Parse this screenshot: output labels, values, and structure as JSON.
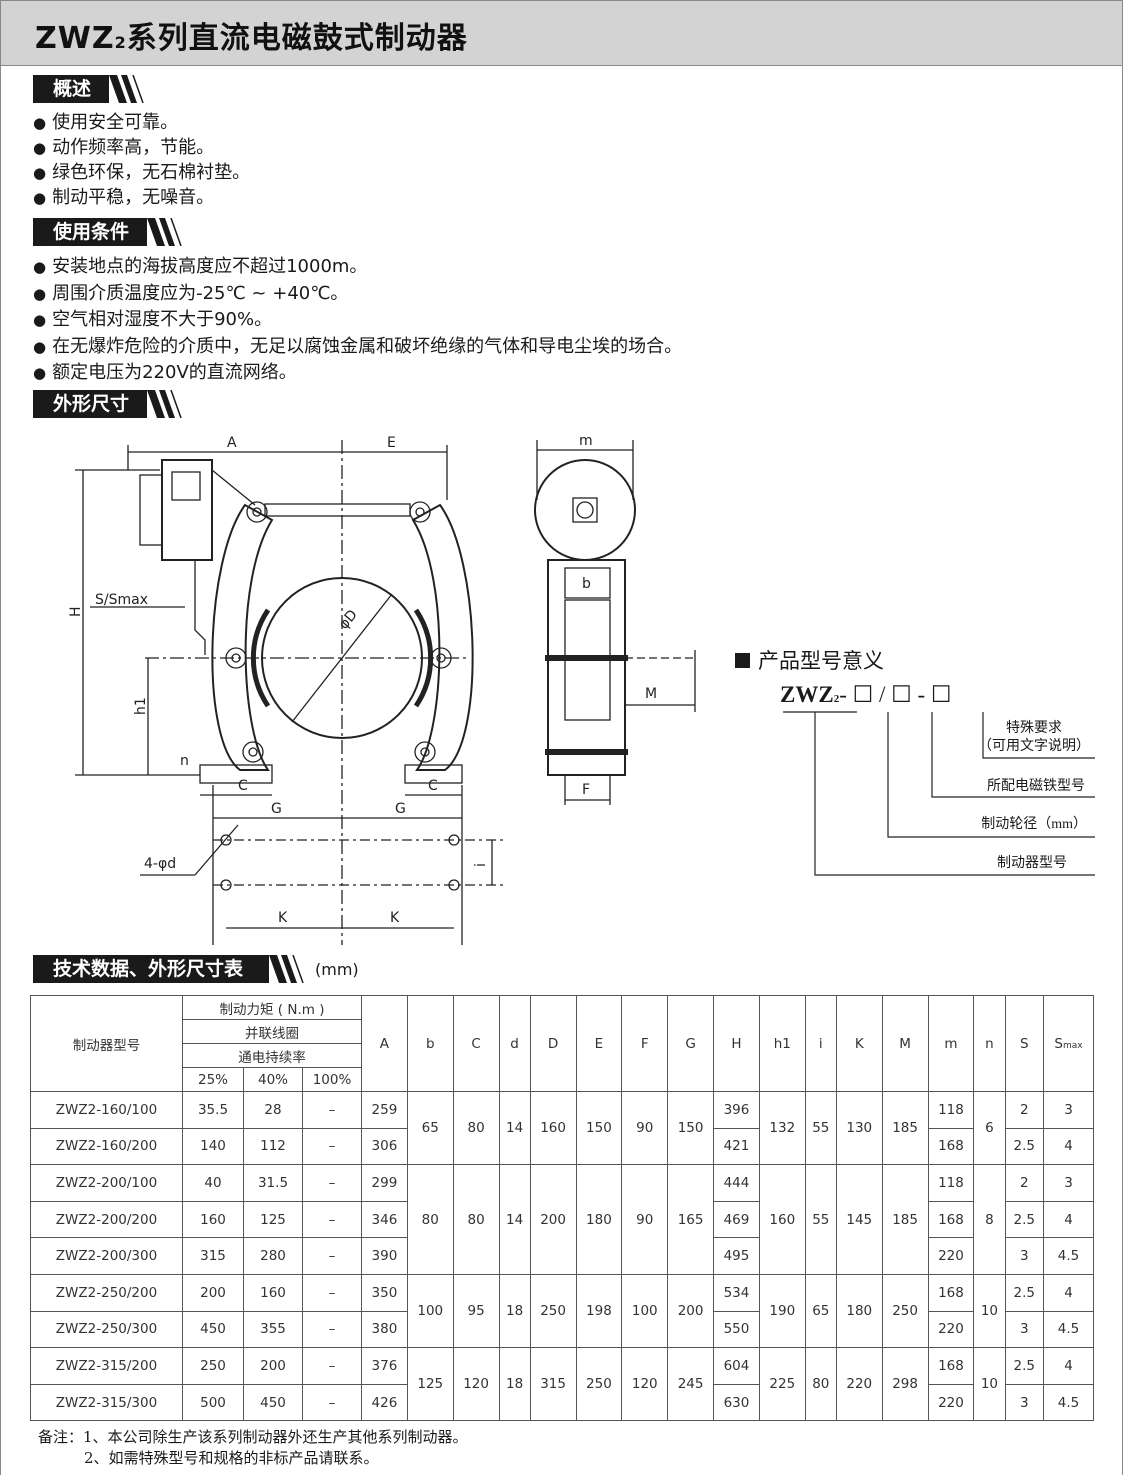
{
  "title": {
    "prefix": "ZWZ",
    "sub": "2",
    "rest": "系列直流电磁鼓式制动器"
  },
  "sections": {
    "overview": {
      "heading": "概述",
      "items": [
        "使用安全可靠。",
        "动作频率高，节能。",
        "绿色环保，无石棉衬垫。",
        "制动平稳，无噪音。"
      ]
    },
    "conditions": {
      "heading": "使用条件",
      "items": [
        "安装地点的海拔高度应不超过1000m。",
        "周围介质温度应为-25℃ ~ +40℃。",
        "空气相对湿度不大于90%。",
        "在无爆炸危险的介质中，无足以腐蚀金属和破坏绝缘的气体和导电尘埃的场合。",
        "额定电压为220V的直流网络。"
      ]
    },
    "dimensions": {
      "heading": "外形尺寸"
    },
    "techdata": {
      "heading": "技术数据、外形尺寸表",
      "unit": "(mm)"
    }
  },
  "diagram": {
    "labels": {
      "A": "A",
      "E": "E",
      "H": "H",
      "h1": "h1",
      "S": "S/Smax",
      "D": "φD",
      "n": "n",
      "C": "C",
      "G": "G",
      "d": "4-φd",
      "i": "i",
      "K": "K",
      "m": "m",
      "b": "b",
      "M": "M",
      "F": "F"
    }
  },
  "model_meaning": {
    "heading": "产品型号意义",
    "code_prefix": "ZWZ",
    "code_sub": "2",
    "labels": [
      "特殊要求",
      "（可用文字说明）",
      "所配电磁铁型号",
      "制动轮径（mm）",
      "制动器型号"
    ]
  },
  "table": {
    "header": {
      "model": "制动器型号",
      "torque": "制动力矩 ( N.m )",
      "coil": "并联线圈",
      "duty": "通电持续率",
      "duty_levels": [
        "25%",
        "40%",
        "100%"
      ],
      "dims": [
        "A",
        "b",
        "C",
        "d",
        "D",
        "E",
        "F",
        "G",
        "H",
        "h1",
        "i",
        "K",
        "M",
        "m",
        "n",
        "S"
      ],
      "smax": {
        "main": "S",
        "sub": "max"
      }
    },
    "groups": [
      {
        "b": "65",
        "C": "80",
        "d": "14",
        "D": "160",
        "E": "150",
        "F": "90",
        "G": "150",
        "h1": "132",
        "i": "55",
        "K": "130",
        "M": "185",
        "n": "6",
        "rows": [
          {
            "model": "ZWZ2-160/100",
            "t25": "35.5",
            "t40": "28",
            "t100": "–",
            "A": "259",
            "H": "396",
            "m": "118",
            "S": "2",
            "Smax": "3"
          },
          {
            "model": "ZWZ2-160/200",
            "t25": "140",
            "t40": "112",
            "t100": "–",
            "A": "306",
            "H": "421",
            "m": "168",
            "S": "2.5",
            "Smax": "4"
          }
        ]
      },
      {
        "b": "80",
        "C": "80",
        "d": "14",
        "D": "200",
        "E": "180",
        "F": "90",
        "G": "165",
        "h1": "160",
        "i": "55",
        "K": "145",
        "M": "185",
        "n": "8",
        "rows": [
          {
            "model": "ZWZ2-200/100",
            "t25": "40",
            "t40": "31.5",
            "t100": "–",
            "A": "299",
            "H": "444",
            "m": "118",
            "S": "2",
            "Smax": "3"
          },
          {
            "model": "ZWZ2-200/200",
            "t25": "160",
            "t40": "125",
            "t100": "–",
            "A": "346",
            "H": "469",
            "m": "168",
            "S": "2.5",
            "Smax": "4"
          },
          {
            "model": "ZWZ2-200/300",
            "t25": "315",
            "t40": "280",
            "t100": "–",
            "A": "390",
            "H": "495",
            "m": "220",
            "S": "3",
            "Smax": "4.5"
          }
        ]
      },
      {
        "b": "100",
        "C": "95",
        "d": "18",
        "D": "250",
        "E": "198",
        "F": "100",
        "G": "200",
        "h1": "190",
        "i": "65",
        "K": "180",
        "M": "250",
        "n": "10",
        "rows": [
          {
            "model": "ZWZ2-250/200",
            "t25": "200",
            "t40": "160",
            "t100": "–",
            "A": "350",
            "H": "534",
            "m": "168",
            "S": "2.5",
            "Smax": "4"
          },
          {
            "model": "ZWZ2-250/300",
            "t25": "450",
            "t40": "355",
            "t100": "–",
            "A": "380",
            "H": "550",
            "m": "220",
            "S": "3",
            "Smax": "4.5"
          }
        ]
      },
      {
        "b": "125",
        "C": "120",
        "d": "18",
        "D": "315",
        "E": "250",
        "F": "120",
        "G": "245",
        "h1": "225",
        "i": "80",
        "K": "220",
        "M": "298",
        "n": "10",
        "rows": [
          {
            "model": "ZWZ2-315/200",
            "t25": "250",
            "t40": "200",
            "t100": "–",
            "A": "376",
            "H": "604",
            "m": "168",
            "S": "2.5",
            "Smax": "4"
          },
          {
            "model": "ZWZ2-315/300",
            "t25": "500",
            "t40": "450",
            "t100": "–",
            "A": "426",
            "H": "630",
            "m": "220",
            "S": "3",
            "Smax": "4.5"
          }
        ]
      }
    ]
  },
  "notes": [
    "备注：1、本公司除生产该系列制动器外还生产其他系列制动器。",
    "2、如需特殊型号和规格的非标产品请联系。"
  ]
}
